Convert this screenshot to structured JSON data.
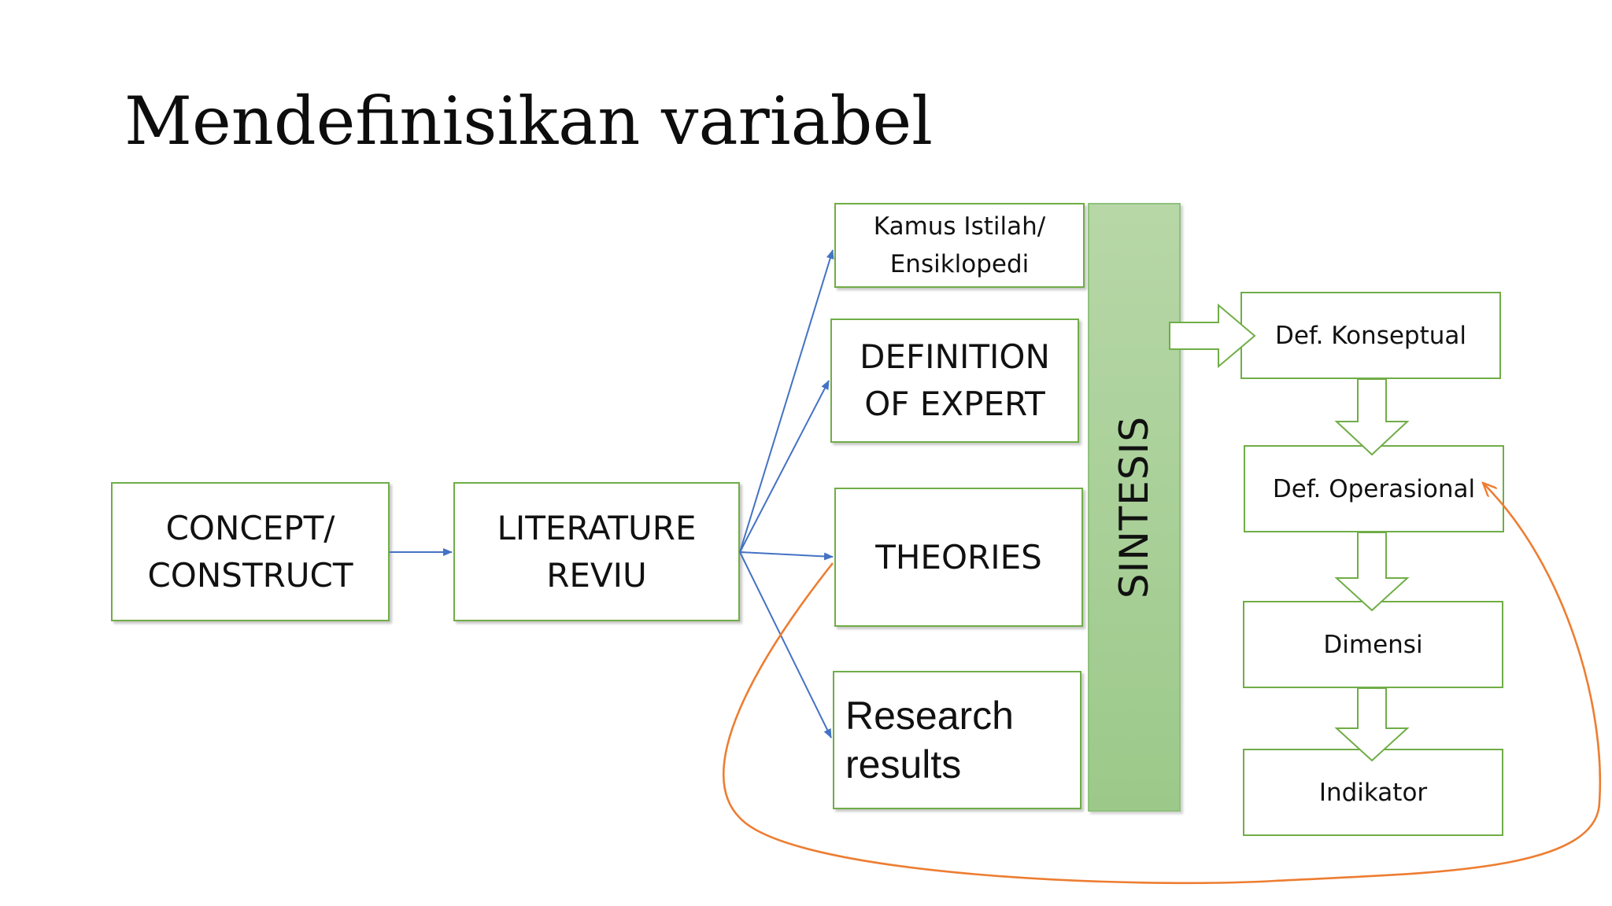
{
  "slide": {
    "title": "Mendefinisikan variabel"
  },
  "diagram": {
    "concept": "CONCEPT/\nCONSTRUCT",
    "literature": "LITERATURE\nREVIU",
    "kamus": "Kamus Istilah/\nEnsiklopedi",
    "definition_expert": "DEFINITION\nOF EXPERT",
    "theories": "THEORIES",
    "research": "Research\nresults",
    "sintesis": "SINTESIS",
    "def_konseptual": "Def. Konseptual",
    "def_operasional": "Def. Operasional",
    "dimensi": "Dimensi",
    "indikator": "Indikator"
  },
  "colors": {
    "box_border": "#70ad47",
    "sintesis_fill": "#a9d18e",
    "arrow_blue": "#4472c4",
    "feedback_orange": "#ed7d31"
  }
}
